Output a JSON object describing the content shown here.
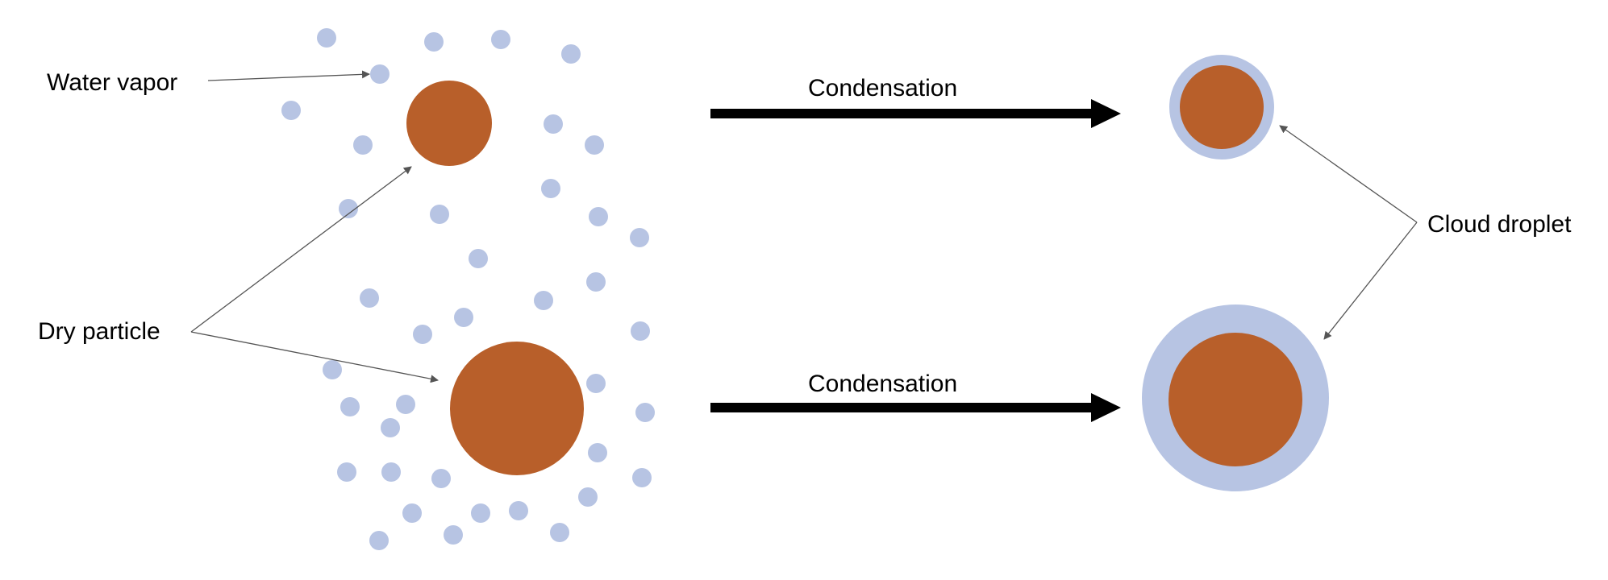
{
  "labels": {
    "water_vapor": "Water vapor",
    "dry_particle": "Dry particle",
    "condensation_top": "Condensation",
    "condensation_bottom": "Condensation",
    "cloud_droplet": "Cloud droplet"
  },
  "colors": {
    "particle": "#B85F2A",
    "vapor": "#B7C4E3",
    "arrow": "#000000",
    "leader": "#555555"
  }
}
